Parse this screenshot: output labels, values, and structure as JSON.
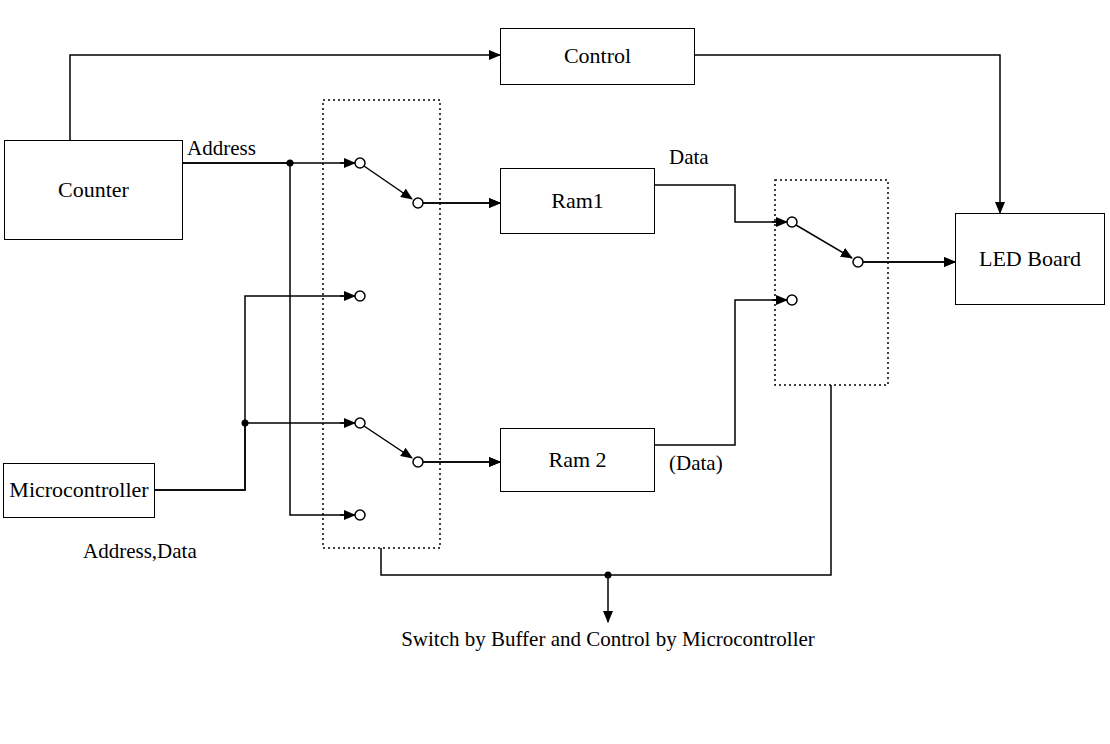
{
  "diagram": {
    "nodes": [
      {
        "text": [
          "Control"
        ]
      },
      {
        "text": [
          "Counter"
        ]
      },
      {
        "text": [
          "Ram1"
        ]
      },
      {
        "text": [
          "LED Board"
        ]
      },
      {
        "text": [
          "Ram 2"
        ]
      },
      {
        "text": [
          "Microcontroller"
        ]
      }
    ],
    "edges": [
      {
        "from": 1,
        "to": 0,
        "arrow": "to"
      },
      {
        "from": 0,
        "to": 3,
        "arrow": "to"
      },
      {
        "from": 1,
        "to": 2,
        "arrow": "to"
      },
      {
        "from": 1,
        "to": 4,
        "arrow": "to"
      },
      {
        "from": 5,
        "to": 2,
        "arrow": "to"
      },
      {
        "from": 5,
        "to": 4,
        "arrow": "to"
      },
      {
        "from": 2,
        "to": 3,
        "arrow": "to"
      },
      {
        "from": 4,
        "to": 3,
        "arrow": "to"
      }
    ],
    "labels": [
      "Address",
      "Address,Data",
      "Data",
      "(Data)",
      "Switch by Buffer and Control by Microcontroller"
    ]
  }
}
